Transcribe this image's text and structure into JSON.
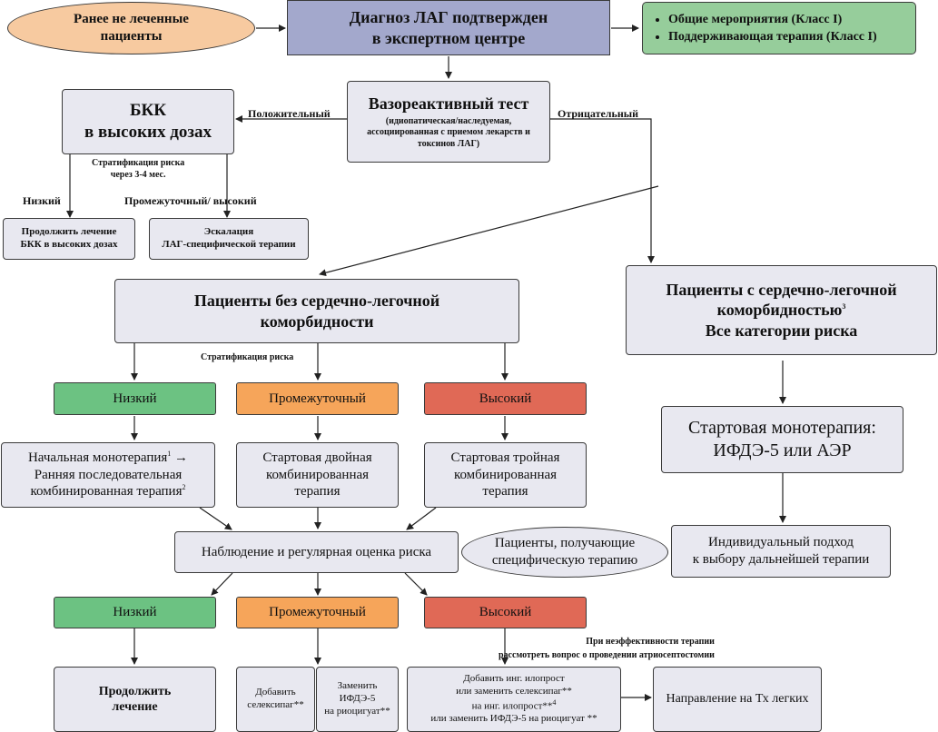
{
  "untreated": "Ранее не леченные пациенты",
  "diagnosis": {
    "line1": "Диагноз ЛАГ подтвержден",
    "line2": "в экспертном центре"
  },
  "general_measures": [
    "Общие мероприятия (Класс I)",
    "Поддерживающая терапия (Класс I)"
  ],
  "vaso_test": {
    "title": "Вазореактивный тест",
    "subtitle": "(идиопатическая/наследуемая, ассоциированная с приемом лекарств и токсинов ЛАГ)"
  },
  "positive": "Положительный",
  "negative": "Отрицательный",
  "bkk": {
    "line1": "БКК",
    "line2": "в высоких дозах"
  },
  "risk_strat_3_4": {
    "line1": "Стратификация риска",
    "line2": "через 3-4 мес."
  },
  "low_label": "Низкий",
  "mid_high_label": "Промежуточный/ высокий",
  "continue_bkk": {
    "line1": "Продолжить лечение",
    "line2": "БКК в высоких дозах"
  },
  "escalation": {
    "line1": "Эскалация",
    "line2": "ЛАГ-специфической терапии"
  },
  "no_comorb": {
    "line1": "Пациенты без сердечно-легочной",
    "line2": "коморбидности"
  },
  "with_comorb": {
    "line1": "Пациенты с сердечно-легочной",
    "line2": "коморбидностью",
    "sup": "3",
    "line3": "Все категории риска"
  },
  "risk_strat": "Стратификация риска",
  "risk": {
    "low": "Низкий",
    "mid": "Промежуточный",
    "high": "Высокий"
  },
  "initial_mono": {
    "line1": "Начальная монотерапия",
    "sup1": "1",
    "arrow": "→",
    "line2": "Ранняя последовательная",
    "line3": "комбинированная терапия",
    "sup2": "2"
  },
  "double": {
    "line1": "Стартовая двойная",
    "line2": "комбинированная",
    "line3": "терапия"
  },
  "triple": {
    "line1": "Стартовая тройная",
    "line2": "комбинированная",
    "line3": "терапия"
  },
  "start_mono": {
    "line1": "Стартовая монотерапия:",
    "line2": "ИФДЭ-5 или АЭР"
  },
  "observation": "Наблюдение и регулярная оценка риска",
  "treated_patients": {
    "line1": "Пациенты, получающие",
    "line2": "специфическую терапию"
  },
  "individual": {
    "line1": "Индивидуальный подход",
    "line2": "к выбору дальнейшей терапии"
  },
  "continue_treatment": {
    "line1": "Продолжить",
    "line2": "лечение"
  },
  "add_selexipag": {
    "line1": "Добавить",
    "line2": "селексипаг**"
  },
  "replace_pde5": {
    "line1": "Заменить",
    "line2": "ИФДЭ-5",
    "line3": "на риоцигуат**"
  },
  "ineffective_note": {
    "line1": "При неэффективности терапии",
    "line2": "рассмотреть вопрос о проведении атриосептостомии"
  },
  "high_options": {
    "line1": "Добавить инг. илопрост",
    "line2": "или заменить селексипаг**",
    "line3": "на инг. илопрост**",
    "sup": "4",
    "line4": "или заменить ИФДЭ-5 на риоцигуат **"
  },
  "lung_tx": "Направление на Тх легких"
}
